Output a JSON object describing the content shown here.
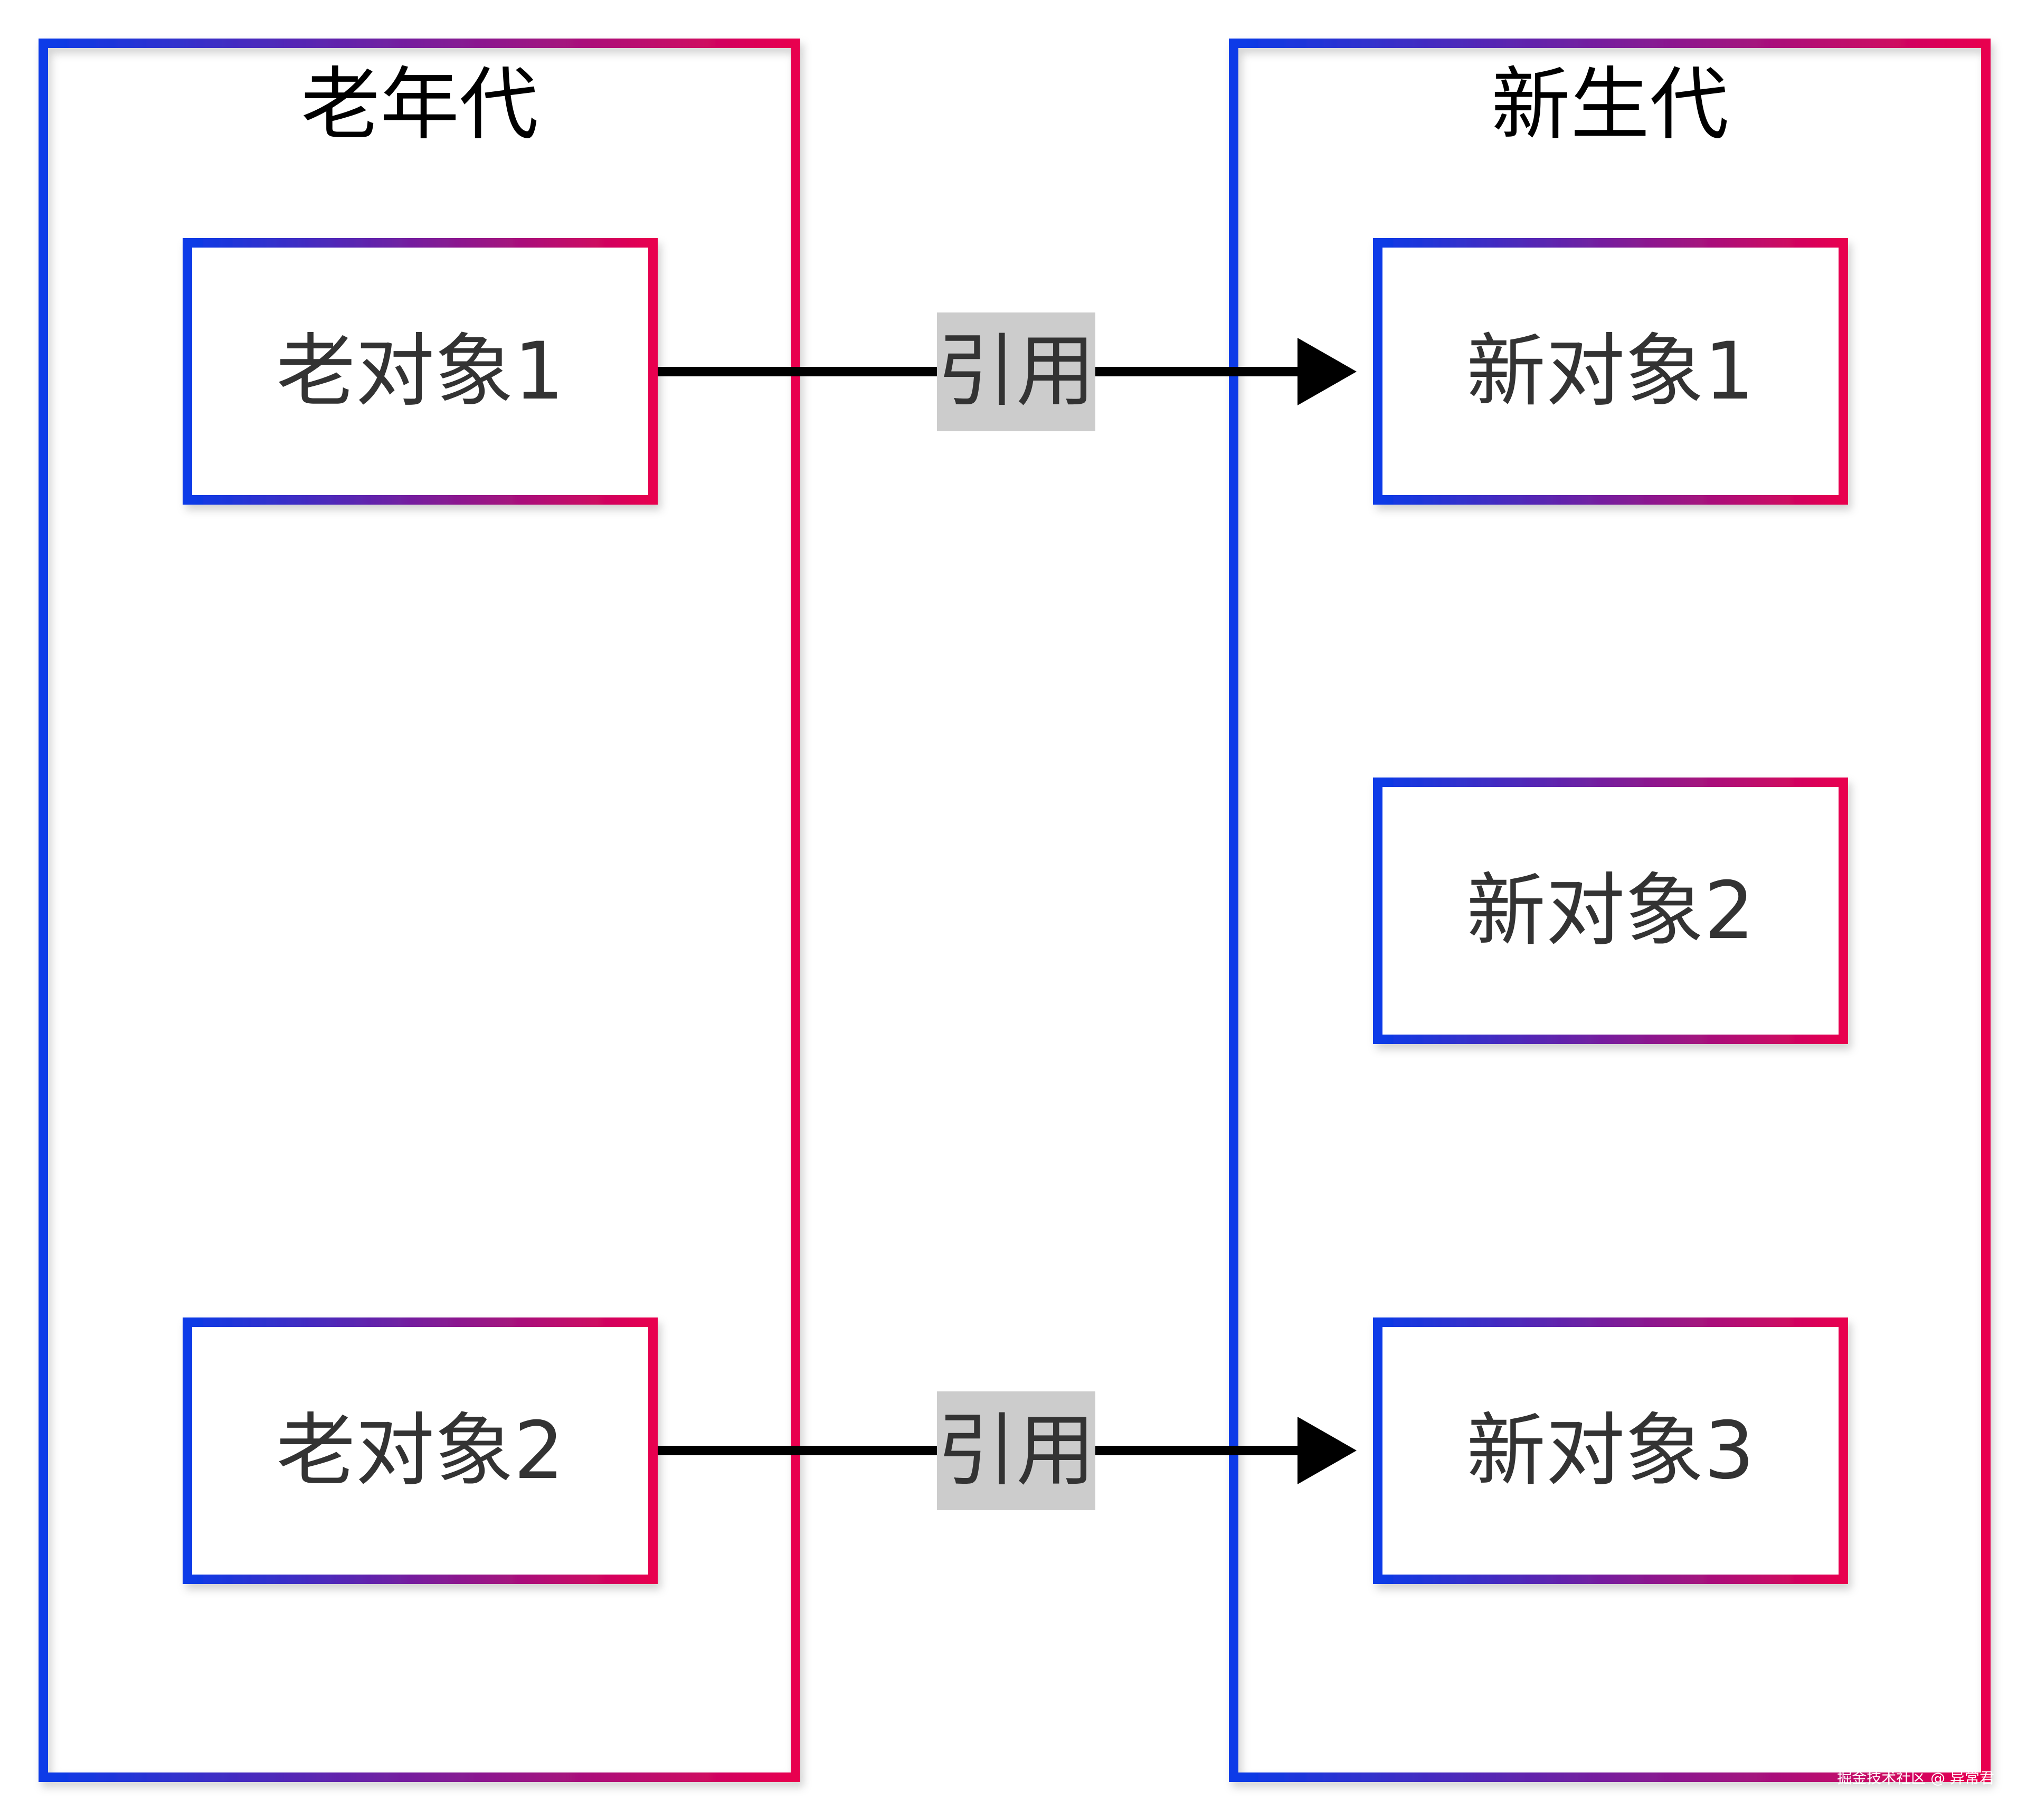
{
  "generations": {
    "old": {
      "title": "老年代"
    },
    "young": {
      "title": "新生代"
    }
  },
  "objects": {
    "old_1": {
      "label": "老对象1"
    },
    "old_2": {
      "label": "老对象2"
    },
    "new_1": {
      "label": "新对象1"
    },
    "new_2": {
      "label": "新对象2"
    },
    "new_3": {
      "label": "新对象3"
    }
  },
  "edges": [
    {
      "from": "老对象1",
      "to": "新对象1",
      "label": "引用"
    },
    {
      "from": "老对象2",
      "to": "新对象3",
      "label": "引用"
    }
  ],
  "colors": {
    "gradient_start": "#0a3be8",
    "gradient_end": "#e8004f",
    "edge_label_bg": "#cccccc",
    "arrow": "#000000",
    "label_text": "#333333"
  },
  "watermark": "掘金技术社区 @ 异常君"
}
